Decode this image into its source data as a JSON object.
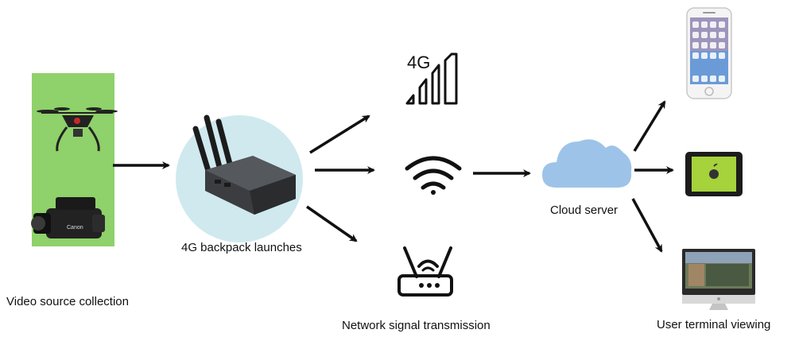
{
  "labels": {
    "video_source": "Video source collection",
    "backpack": "4G backpack launches",
    "network": "Network signal transmission",
    "cloud": "Cloud server",
    "user_terminal": "User terminal viewing"
  },
  "icon_text": {
    "cellular": "4G"
  },
  "colors": {
    "source_panel": "#8fd16a",
    "backpack_circle": "#cfe9ef",
    "cloud": "#9dc4e8",
    "arrow": "#111111",
    "ipad_screen": "#a6d23c"
  },
  "icons": [
    "drone-icon",
    "camcorder-icon",
    "encoder-device-icon",
    "cellular-4g-icon",
    "wifi-icon",
    "router-icon",
    "cloud-icon",
    "phone-icon",
    "tablet-icon",
    "monitor-icon"
  ]
}
